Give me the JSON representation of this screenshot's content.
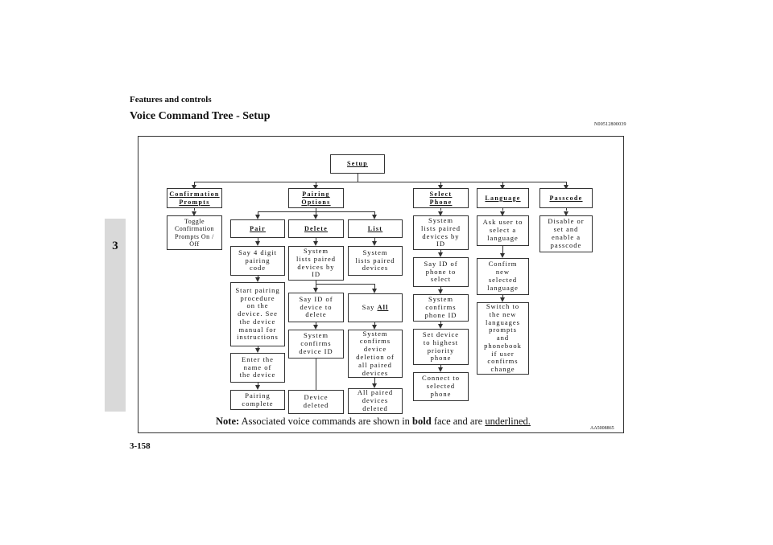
{
  "header": {
    "section": "Features and controls",
    "title": "Voice Command Tree - Setup",
    "doc_code": "N00512800039"
  },
  "chapter_tab": "3",
  "tree": {
    "setup": "Setup",
    "confirmation_prompts": "Confirmation\nPrompts",
    "toggle": "Toggle\nConfirmation\nPrompts On /\nOff",
    "pairing_options": "Pairing\nOptions",
    "pair": "Pair",
    "say_4_digit": "Say 4 digit\npairing\ncode",
    "start_pairing": "Start pairing\nprocedure\non the\ndevice. See\nthe device\nmanual for\ninstructions",
    "enter_name": "Enter the\nname of\nthe device",
    "pairing_complete": "Pairing\ncomplete",
    "delete": "Delete",
    "delete_lists": "System\nlists paired\ndevices by\nID",
    "say_id_delete": "Say ID of\ndevice to\ndelete",
    "confirms_id": "System\nconfirms\ndevice ID",
    "device_deleted": "Device\ndeleted",
    "say_all_prefix": "Say",
    "say_all_cmd": "All",
    "confirms_all": "System\nconfirms\ndevice\ndeletion of\nall paired\ndevices",
    "all_deleted": "All paired\ndevices\ndeleted",
    "list": "List",
    "list_lists": "System\nlists paired\ndevices",
    "select_phone": "Select\nPhone",
    "sel_lists": "System\nlists paired\ndevices by\nID",
    "say_id_phone": "Say ID of\nphone to\nselect",
    "confirms_phone": "System\nconfirms\nphone ID",
    "set_priority": "Set device\nto highest\npriority\nphone",
    "connect": "Connect to\nselected\nphone",
    "language": "Language",
    "ask_user": "Ask user to\nselect a\nlanguage",
    "confirm_lang": "Confirm\nnew\nselected\nlanguage",
    "switch_lang": "Switch to\nthe new\nlanguages\nprompts\nand\nphonebook\nif user\nconfirms\nchange",
    "passcode": "Passcode",
    "disable_passcode": "Disable or\nset and\nenable a\npasscode"
  },
  "note": {
    "label": "Note:",
    "text_1": " Associated voice commands are shown in ",
    "bold_word": "bold",
    "text_2": " face and are ",
    "underlined_word": "underlined."
  },
  "image_code": "AA5008865",
  "page_number": "3-158"
}
